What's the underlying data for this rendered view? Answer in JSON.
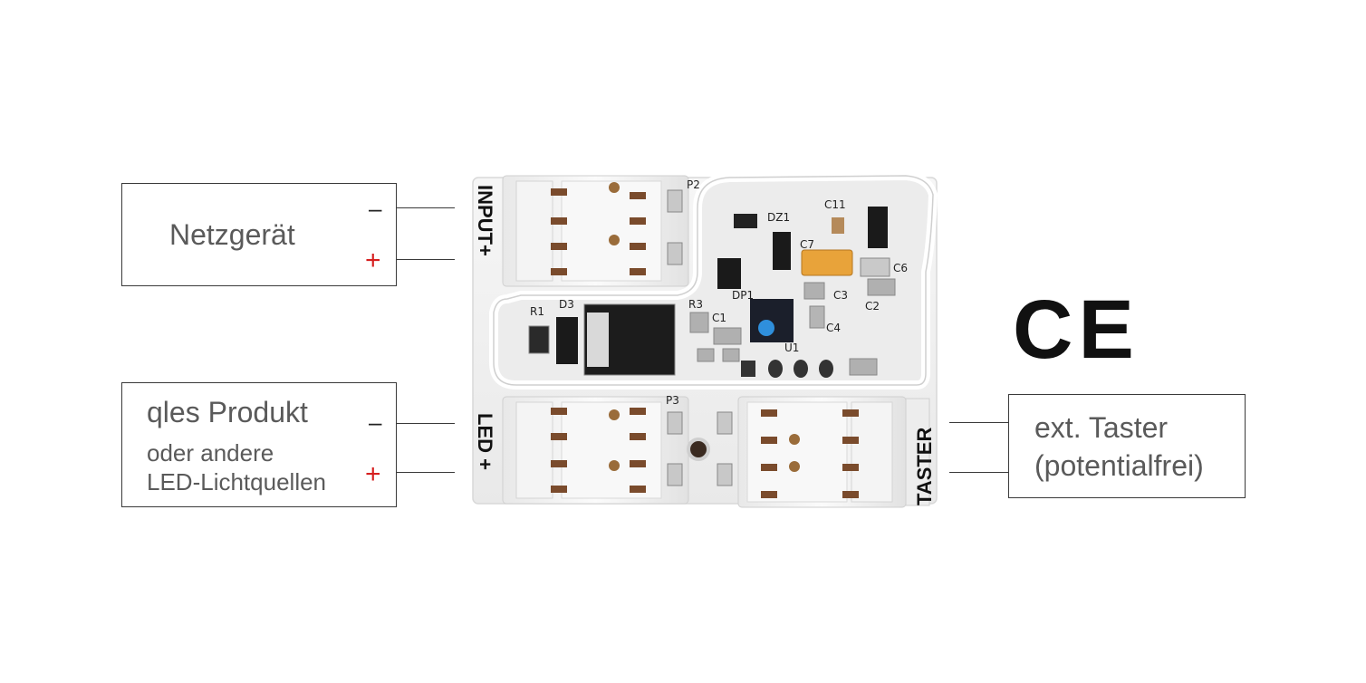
{
  "labels": {
    "power_supply": "Netzgerät",
    "led_product_line1": "qles Produkt",
    "led_product_line2": "oder andere",
    "led_product_line3": "LED-Lichtquellen",
    "taster_line1": "ext. Taster",
    "taster_line2": "(potentialfrei)",
    "minus": "–",
    "plus": "+"
  },
  "board": {
    "input_label": "INPUT+",
    "led_label": "LED +",
    "taster_label": "TASTER",
    "components": [
      "P2",
      "DZ1",
      "C11",
      "C7",
      "C6",
      "DP1",
      "C3",
      "C2",
      "R1",
      "D3",
      "R3",
      "C1",
      "C4",
      "U1",
      "P3"
    ]
  },
  "marks": {
    "ce_mark": "CE"
  },
  "colors": {
    "plus_red": "#d62020",
    "board_white": "#f2f2f2",
    "frame_line": "#3a3a3a",
    "chip_dark": "#1a1a1a",
    "cap_orange": "#e8a33a",
    "dot_blue": "#2f8fdc"
  }
}
